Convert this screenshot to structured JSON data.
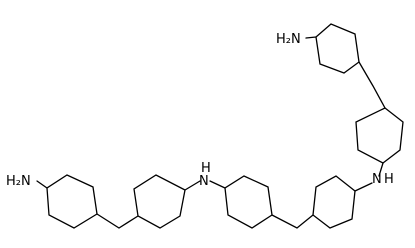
{
  "atom_labels": {
    "nh2_top": "H₂N",
    "nh2_left": "H₂N",
    "nh_middle": "N",
    "nh_middle_h": "H",
    "nh_right": "N",
    "nh_right_h": "H"
  },
  "colors": {
    "bond": "#000000",
    "background": "#ffffff"
  }
}
